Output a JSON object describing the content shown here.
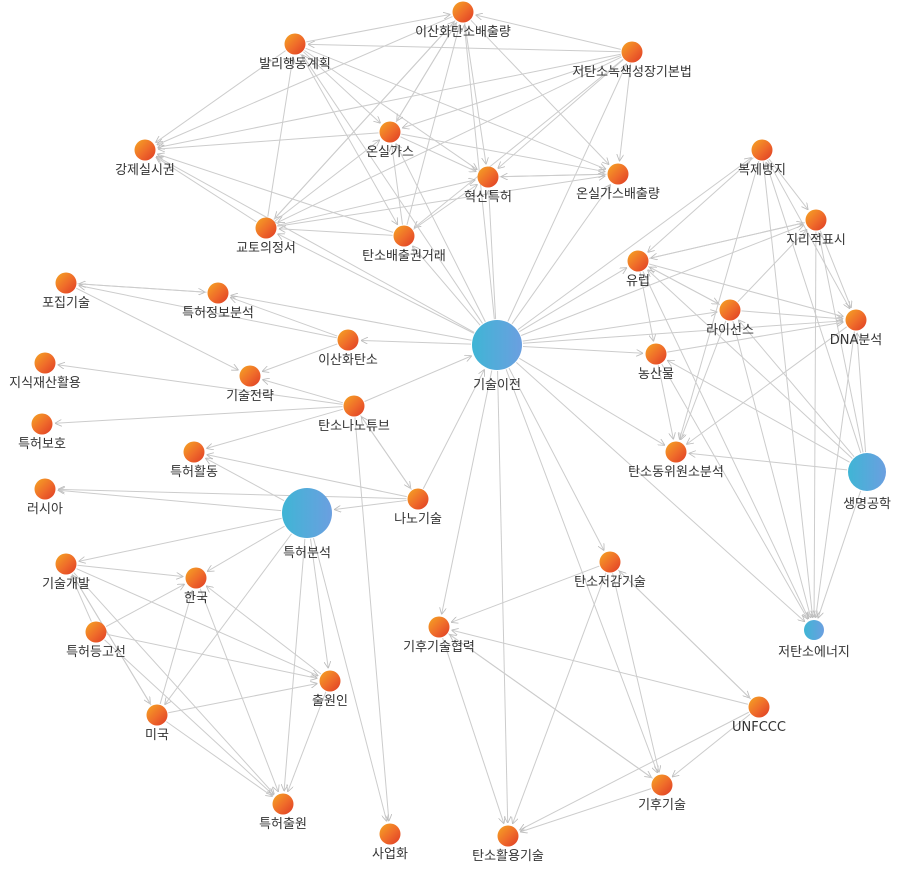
{
  "graph": {
    "nodes": [
      {
        "id": "n1",
        "label": "이산화탄소배출량",
        "kind": "orange",
        "size": "small"
      },
      {
        "id": "n2",
        "label": "발리행동계획",
        "kind": "orange",
        "size": "small"
      },
      {
        "id": "n3",
        "label": "저탄소녹색성장기본법",
        "kind": "orange",
        "size": "small"
      },
      {
        "id": "n4",
        "label": "강제실시권",
        "kind": "orange",
        "size": "small"
      },
      {
        "id": "n5",
        "label": "온실가스",
        "kind": "orange",
        "size": "small"
      },
      {
        "id": "n6",
        "label": "혁신특허",
        "kind": "orange",
        "size": "small"
      },
      {
        "id": "n7",
        "label": "온실가스배출량",
        "kind": "orange",
        "size": "small"
      },
      {
        "id": "n8",
        "label": "복제방지",
        "kind": "orange",
        "size": "small"
      },
      {
        "id": "n9",
        "label": "교토의정서",
        "kind": "orange",
        "size": "small"
      },
      {
        "id": "n10",
        "label": "탄소배출권거래",
        "kind": "orange",
        "size": "small"
      },
      {
        "id": "n11",
        "label": "지리적표시",
        "kind": "orange",
        "size": "small"
      },
      {
        "id": "n12",
        "label": "유럽",
        "kind": "orange",
        "size": "small"
      },
      {
        "id": "n13",
        "label": "포집기술",
        "kind": "orange",
        "size": "small"
      },
      {
        "id": "n14",
        "label": "특허정보분석",
        "kind": "orange",
        "size": "small"
      },
      {
        "id": "n15",
        "label": "라이선스",
        "kind": "orange",
        "size": "small"
      },
      {
        "id": "n16",
        "label": "DNA분석",
        "kind": "orange",
        "size": "small"
      },
      {
        "id": "n17",
        "label": "이산화탄소",
        "kind": "orange",
        "size": "small"
      },
      {
        "id": "n18",
        "label": "기술이전",
        "kind": "blue",
        "size": "large"
      },
      {
        "id": "n19",
        "label": "농산물",
        "kind": "orange",
        "size": "small"
      },
      {
        "id": "n20",
        "label": "지식재산활용",
        "kind": "orange",
        "size": "small"
      },
      {
        "id": "n21",
        "label": "기술전략",
        "kind": "orange",
        "size": "small"
      },
      {
        "id": "n22",
        "label": "탄소나노튜브",
        "kind": "orange",
        "size": "small"
      },
      {
        "id": "n23",
        "label": "특허보호",
        "kind": "orange",
        "size": "small"
      },
      {
        "id": "n24",
        "label": "탄소동위원소분석",
        "kind": "orange",
        "size": "small"
      },
      {
        "id": "n25",
        "label": "특허활동",
        "kind": "orange",
        "size": "small"
      },
      {
        "id": "n26",
        "label": "생명공학",
        "kind": "blue",
        "size": "medium"
      },
      {
        "id": "n27",
        "label": "러시아",
        "kind": "orange",
        "size": "small"
      },
      {
        "id": "n28",
        "label": "나노기술",
        "kind": "orange",
        "size": "small"
      },
      {
        "id": "n29",
        "label": "특허분석",
        "kind": "blue",
        "size": "large"
      },
      {
        "id": "n30",
        "label": "기술개발",
        "kind": "orange",
        "size": "small"
      },
      {
        "id": "n31",
        "label": "탄소저감기술",
        "kind": "orange",
        "size": "small"
      },
      {
        "id": "n32",
        "label": "한국",
        "kind": "orange",
        "size": "small"
      },
      {
        "id": "n33",
        "label": "기후기술협력",
        "kind": "orange",
        "size": "small"
      },
      {
        "id": "n34",
        "label": "저탄소에너지",
        "kind": "blue",
        "size": "tiny"
      },
      {
        "id": "n35",
        "label": "특허등고선",
        "kind": "orange",
        "size": "small"
      },
      {
        "id": "n36",
        "label": "출원인",
        "kind": "orange",
        "size": "small"
      },
      {
        "id": "n37",
        "label": "UNFCCC",
        "kind": "orange",
        "size": "small"
      },
      {
        "id": "n38",
        "label": "미국",
        "kind": "orange",
        "size": "small"
      },
      {
        "id": "n39",
        "label": "기후기술",
        "kind": "orange",
        "size": "small"
      },
      {
        "id": "n40",
        "label": "특허출원",
        "kind": "orange",
        "size": "small"
      },
      {
        "id": "n41",
        "label": "사업화",
        "kind": "orange",
        "size": "small"
      },
      {
        "id": "n42",
        "label": "탄소활용기술",
        "kind": "orange",
        "size": "small"
      }
    ],
    "edges": [
      [
        "n3",
        "n1"
      ],
      [
        "n3",
        "n2"
      ],
      [
        "n3",
        "n5"
      ],
      [
        "n3",
        "n6"
      ],
      [
        "n3",
        "n7"
      ],
      [
        "n3",
        "n9"
      ],
      [
        "n3",
        "n10"
      ],
      [
        "n3",
        "n4"
      ],
      [
        "n2",
        "n4"
      ],
      [
        "n2",
        "n5"
      ],
      [
        "n2",
        "n6"
      ],
      [
        "n2",
        "n7"
      ],
      [
        "n2",
        "n1"
      ],
      [
        "n2",
        "n10"
      ],
      [
        "n1",
        "n4"
      ],
      [
        "n1",
        "n6"
      ],
      [
        "n1",
        "n7"
      ],
      [
        "n1",
        "n9"
      ],
      [
        "n1",
        "n5"
      ],
      [
        "n5",
        "n4"
      ],
      [
        "n5",
        "n6"
      ],
      [
        "n5",
        "n7"
      ],
      [
        "n5",
        "n1"
      ],
      [
        "n9",
        "n4"
      ],
      [
        "n9",
        "n6"
      ],
      [
        "n9",
        "n7"
      ],
      [
        "n9",
        "n1"
      ],
      [
        "n9",
        "n2"
      ],
      [
        "n9",
        "n5"
      ],
      [
        "n10",
        "n4"
      ],
      [
        "n10",
        "n6"
      ],
      [
        "n10",
        "n1"
      ],
      [
        "n10",
        "n9"
      ],
      [
        "n10",
        "n5"
      ],
      [
        "n6",
        "n7"
      ],
      [
        "n7",
        "n6"
      ],
      [
        "n18",
        "n1"
      ],
      [
        "n18",
        "n2"
      ],
      [
        "n18",
        "n3"
      ],
      [
        "n18",
        "n5"
      ],
      [
        "n18",
        "n6"
      ],
      [
        "n18",
        "n7"
      ],
      [
        "n18",
        "n4"
      ],
      [
        "n18",
        "n9"
      ],
      [
        "n18",
        "n10"
      ],
      [
        "n18",
        "n12"
      ],
      [
        "n18",
        "n14"
      ],
      [
        "n18",
        "n17"
      ],
      [
        "n18",
        "n19"
      ],
      [
        "n18",
        "n24"
      ],
      [
        "n18",
        "n33"
      ],
      [
        "n18",
        "n31"
      ],
      [
        "n18",
        "n42"
      ],
      [
        "n18",
        "n39"
      ],
      [
        "n18",
        "n34"
      ],
      [
        "n18",
        "n15"
      ],
      [
        "n18",
        "n8"
      ],
      [
        "n18",
        "n11"
      ],
      [
        "n18",
        "n16"
      ],
      [
        "n17",
        "n14"
      ],
      [
        "n17",
        "n21"
      ],
      [
        "n17",
        "n13"
      ],
      [
        "n13",
        "n14"
      ],
      [
        "n13",
        "n21"
      ],
      [
        "n14",
        "n13"
      ],
      [
        "n22",
        "n21"
      ],
      [
        "n22",
        "n20"
      ],
      [
        "n22",
        "n23"
      ],
      [
        "n22",
        "n18"
      ],
      [
        "n22",
        "n25"
      ],
      [
        "n22",
        "n41"
      ],
      [
        "n22",
        "n28"
      ],
      [
        "n28",
        "n25"
      ],
      [
        "n28",
        "n27"
      ],
      [
        "n28",
        "n29"
      ],
      [
        "n28",
        "n18"
      ],
      [
        "n28",
        "n22"
      ],
      [
        "n29",
        "n27"
      ],
      [
        "n29",
        "n30"
      ],
      [
        "n29",
        "n32"
      ],
      [
        "n29",
        "n36"
      ],
      [
        "n29",
        "n40"
      ],
      [
        "n29",
        "n41"
      ],
      [
        "n29",
        "n38"
      ],
      [
        "n29",
        "n25"
      ],
      [
        "n30",
        "n32"
      ],
      [
        "n30",
        "n36"
      ],
      [
        "n30",
        "n40"
      ],
      [
        "n30",
        "n38"
      ],
      [
        "n35",
        "n32"
      ],
      [
        "n35",
        "n36"
      ],
      [
        "n35",
        "n40"
      ],
      [
        "n35",
        "n30"
      ],
      [
        "n38",
        "n32"
      ],
      [
        "n38",
        "n36"
      ],
      [
        "n38",
        "n40"
      ],
      [
        "n38",
        "n30"
      ],
      [
        "n36",
        "n40"
      ],
      [
        "n36",
        "n32"
      ],
      [
        "n32",
        "n40"
      ],
      [
        "n8",
        "n11"
      ],
      [
        "n8",
        "n12"
      ],
      [
        "n8",
        "n16"
      ],
      [
        "n8",
        "n24"
      ],
      [
        "n8",
        "n34"
      ],
      [
        "n12",
        "n11"
      ],
      [
        "n12",
        "n16"
      ],
      [
        "n12",
        "n19"
      ],
      [
        "n12",
        "n15"
      ],
      [
        "n12",
        "n34"
      ],
      [
        "n15",
        "n11"
      ],
      [
        "n15",
        "n16"
      ],
      [
        "n15",
        "n12"
      ],
      [
        "n15",
        "n24"
      ],
      [
        "n15",
        "n34"
      ],
      [
        "n26",
        "n11"
      ],
      [
        "n26",
        "n12"
      ],
      [
        "n26",
        "n15"
      ],
      [
        "n26",
        "n16"
      ],
      [
        "n26",
        "n19"
      ],
      [
        "n26",
        "n24"
      ],
      [
        "n26",
        "n34"
      ],
      [
        "n26",
        "n8"
      ],
      [
        "n19",
        "n24"
      ],
      [
        "n19",
        "n16"
      ],
      [
        "n19",
        "n34"
      ],
      [
        "n11",
        "n16"
      ],
      [
        "n11",
        "n12"
      ],
      [
        "n11",
        "n34"
      ],
      [
        "n16",
        "n34"
      ],
      [
        "n16",
        "n24"
      ],
      [
        "n31",
        "n33"
      ],
      [
        "n31",
        "n39"
      ],
      [
        "n31",
        "n37"
      ],
      [
        "n31",
        "n42"
      ],
      [
        "n37",
        "n33"
      ],
      [
        "n37",
        "n39"
      ],
      [
        "n37",
        "n42"
      ],
      [
        "n37",
        "n31"
      ],
      [
        "n33",
        "n42"
      ],
      [
        "n33",
        "n39"
      ],
      [
        "n39",
        "n42"
      ],
      [
        "n39",
        "n33"
      ]
    ]
  }
}
